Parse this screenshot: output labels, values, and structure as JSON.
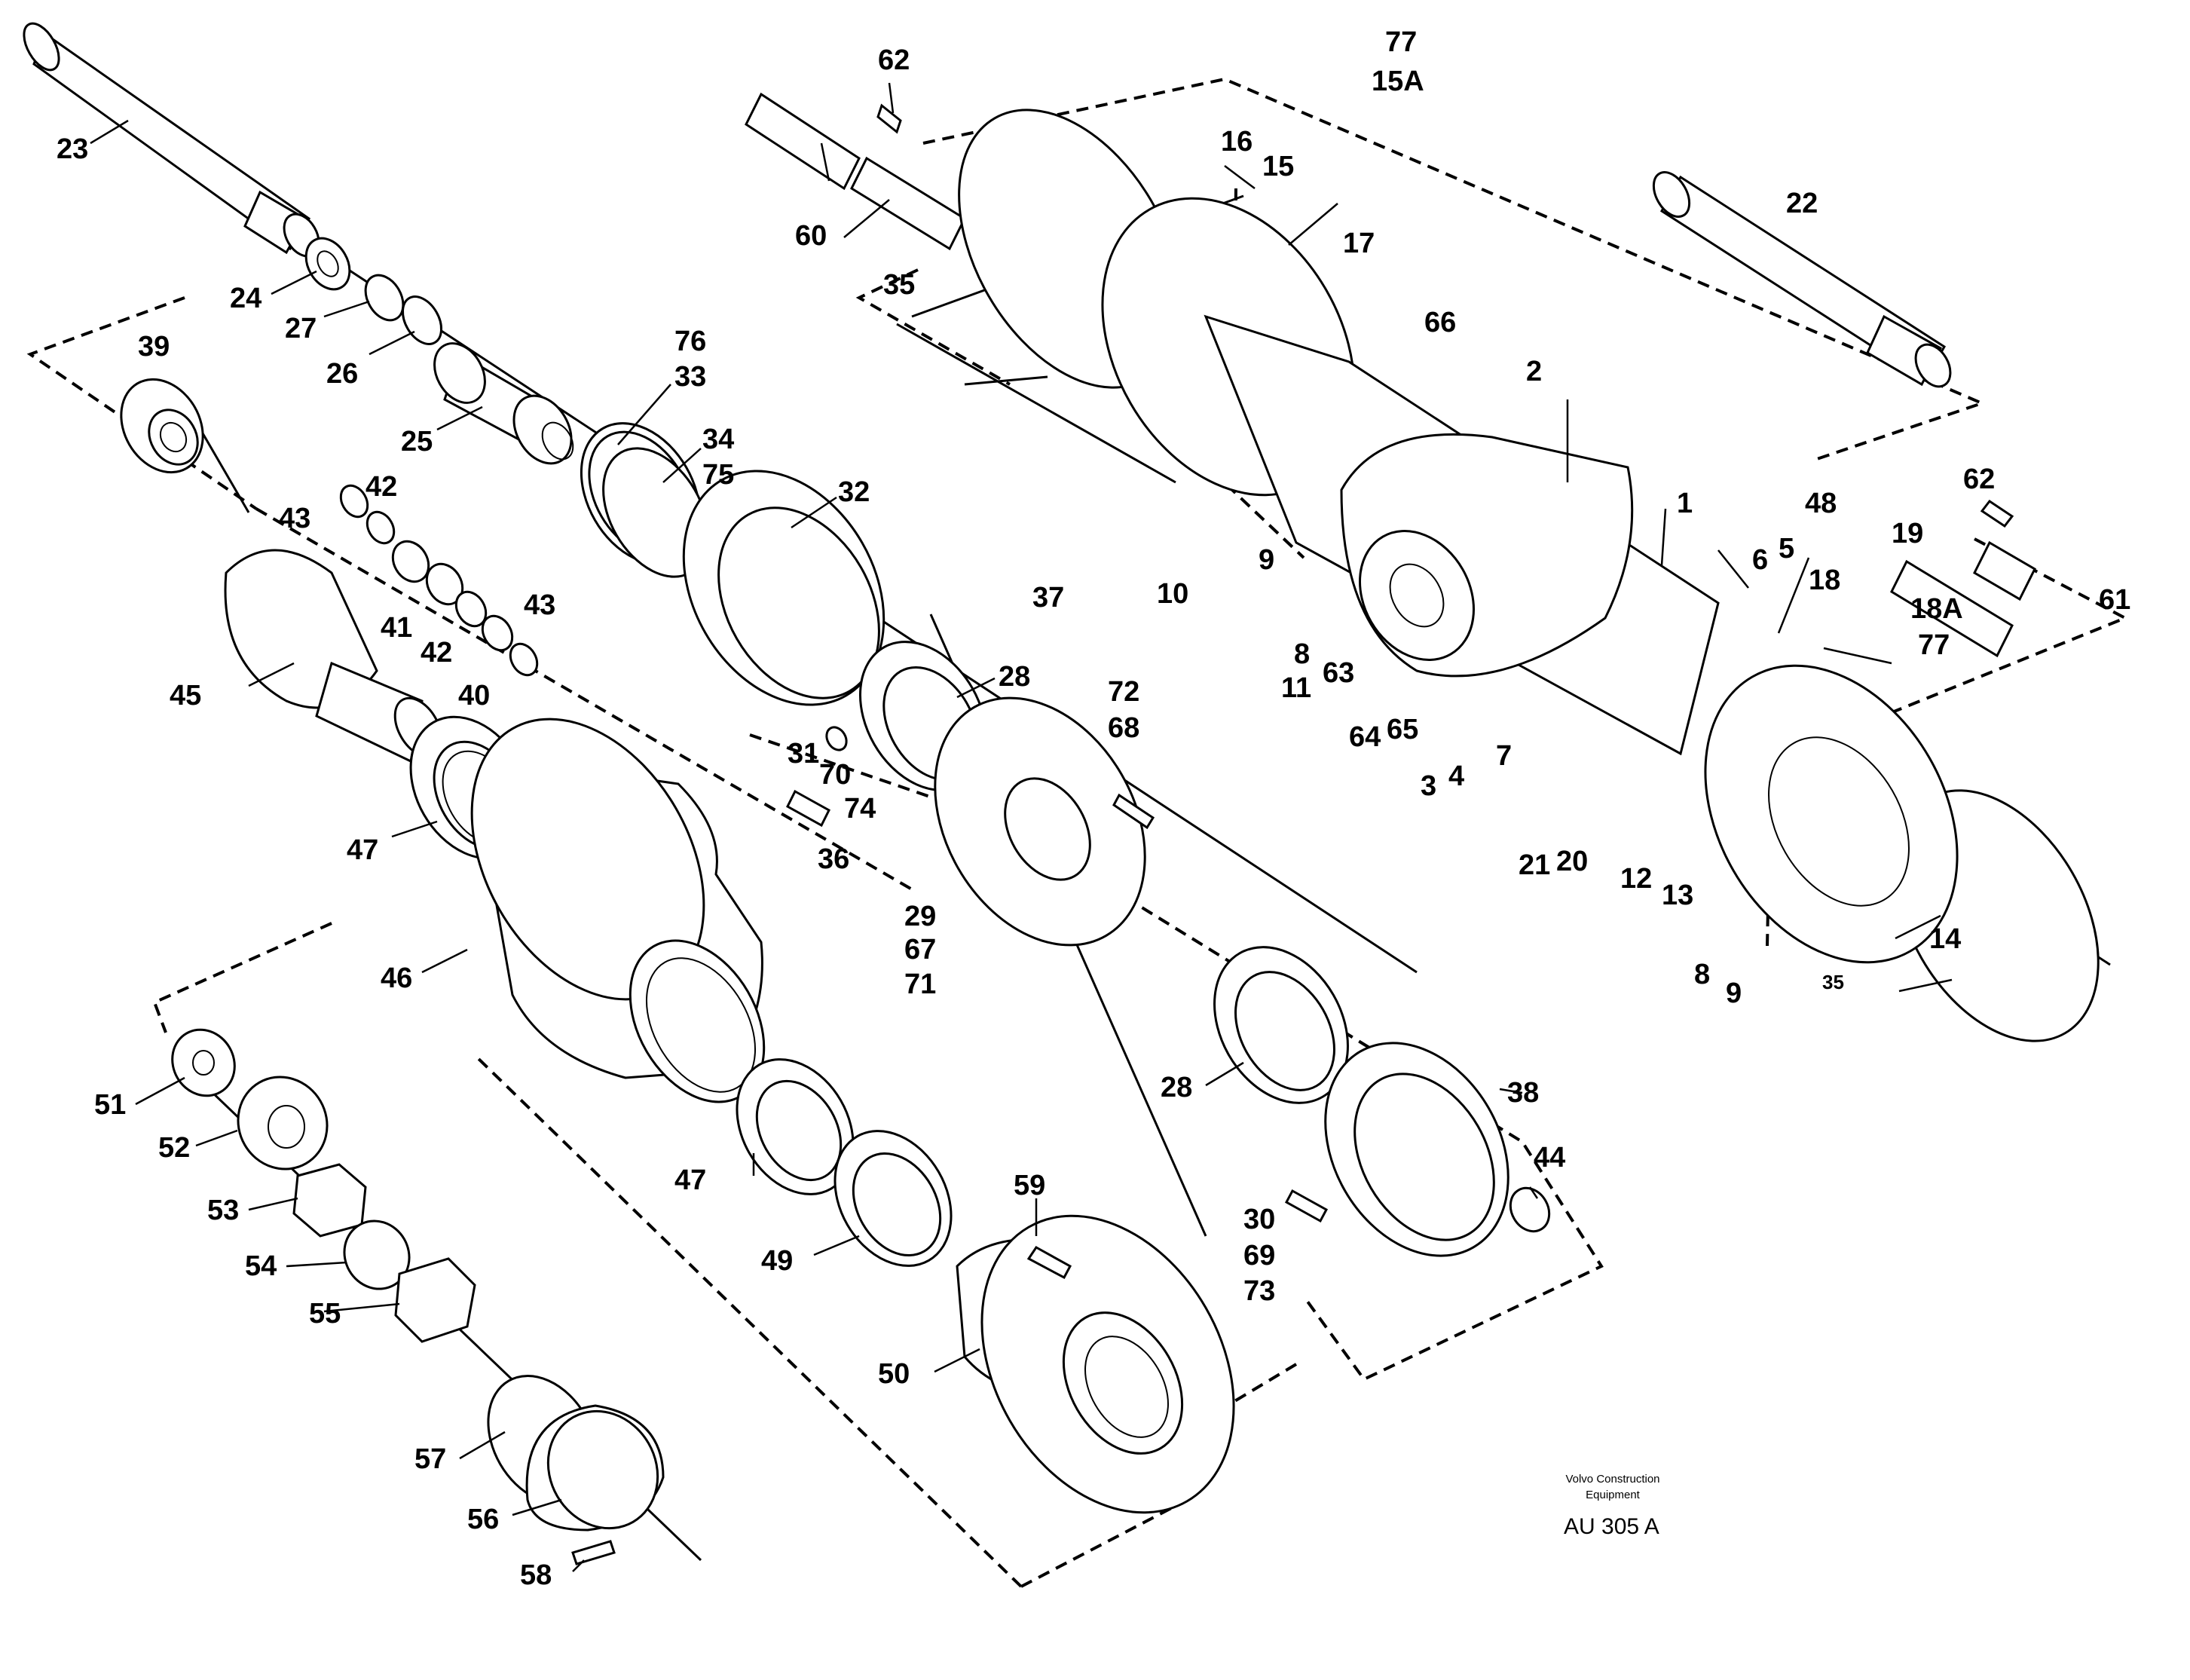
{
  "diagram": {
    "credit_line1": "Volvo Construction",
    "credit_line2": "Equipment",
    "drawing_code": "AU 305 A",
    "labels": {
      "p1": "1",
      "p2": "2",
      "p3": "3",
      "p4": "4",
      "p5": "5",
      "p6": "6",
      "p7": "7",
      "p8a": "8",
      "p8b": "8",
      "p9a": "9",
      "p9b": "9",
      "p10": "10",
      "p11": "11",
      "p12": "12",
      "p13": "13",
      "p14": "14",
      "p15": "15",
      "p15a": "15A",
      "p16": "16",
      "p17": "17",
      "p18": "18",
      "p18a": "18A",
      "p19": "19",
      "p20": "20",
      "p21": "21",
      "p22": "22",
      "p23": "23",
      "p24": "24",
      "p25": "25",
      "p26": "26",
      "p27": "27",
      "p28a": "28",
      "p28b": "28",
      "p29": "29",
      "p30": "30",
      "p31": "31",
      "p32": "32",
      "p33": "33",
      "p34": "34",
      "p35a": "35",
      "p35b": "35",
      "p36": "36",
      "p37": "37",
      "p38": "38",
      "p39": "39",
      "p40": "40",
      "p41": "41",
      "p42a": "42",
      "p42b": "42",
      "p43a": "43",
      "p43b": "43",
      "p44": "44",
      "p45": "45",
      "p46": "46",
      "p47a": "47",
      "p47b": "47",
      "p48": "48",
      "p49": "49",
      "p50": "50",
      "p51": "51",
      "p52": "52",
      "p53": "53",
      "p54": "54",
      "p55": "55",
      "p56": "56",
      "p57": "57",
      "p58": "58",
      "p59": "59",
      "p60": "60",
      "p61": "61",
      "p62a": "62",
      "p62b": "62",
      "p63": "63",
      "p64": "64",
      "p65": "65",
      "p66": "66",
      "p67": "67",
      "p68": "68",
      "p69": "69",
      "p70": "70",
      "p71": "71",
      "p72": "72",
      "p73": "73",
      "p74": "74",
      "p75": "75",
      "p76": "76",
      "p77a": "77",
      "p77b": "77"
    }
  }
}
